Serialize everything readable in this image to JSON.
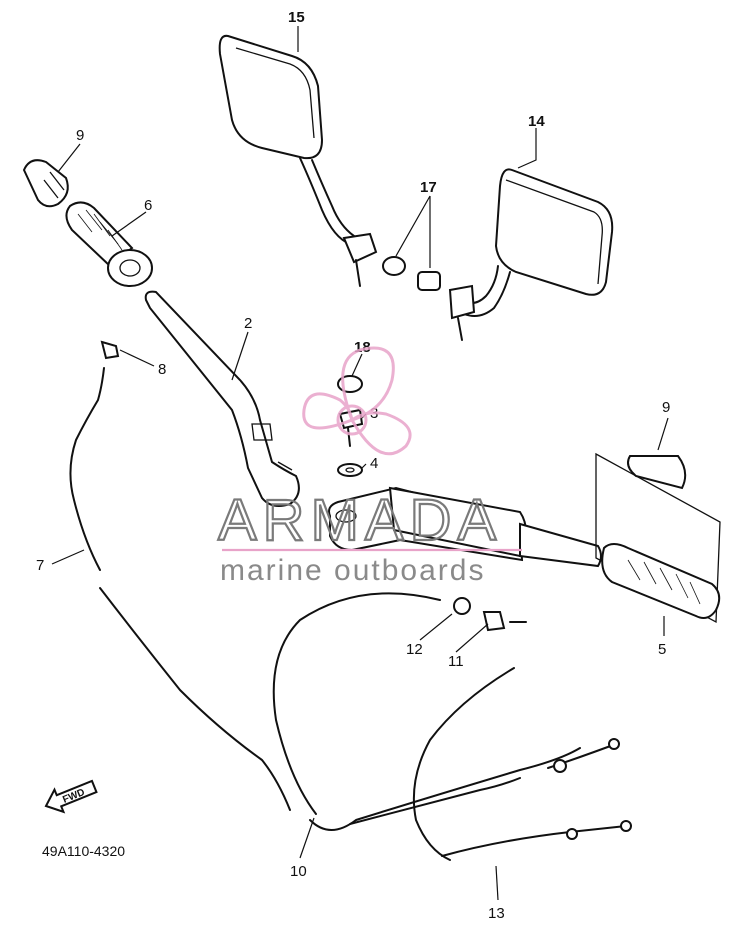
{
  "diagram": {
    "part_code": "49A110-4320",
    "direction_label": "FWD",
    "callouts": {
      "n1": "15",
      "n2": "14",
      "n3": "17",
      "n4": "9",
      "n5": "6",
      "n6": "2",
      "n7": "18",
      "n8": "3",
      "n9": "4",
      "n10": "8",
      "n11": "7",
      "n12": "9",
      "n13": "12",
      "n14": "11",
      "n15": "5",
      "n16": "10",
      "n17": "13"
    }
  },
  "watermark": {
    "name": "ARMADA",
    "tagline": "marine outboards",
    "accent_color": "#e8a3c9"
  }
}
